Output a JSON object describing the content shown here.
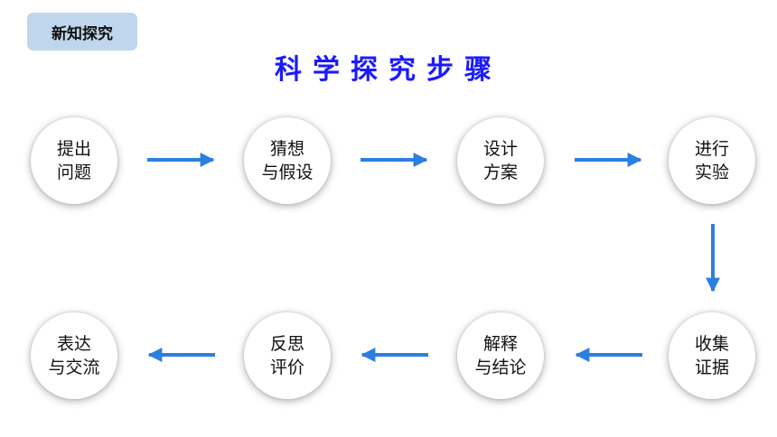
{
  "header": {
    "badge": "新知探究",
    "title": "科学探究步骤"
  },
  "steps": [
    {
      "line1": "提出",
      "line2": "问题"
    },
    {
      "line1": "猜想",
      "line2": "与假设"
    },
    {
      "line1": "设计",
      "line2": "方案"
    },
    {
      "line1": "进行",
      "line2": "实验"
    },
    {
      "line1": "收集",
      "line2": "证据"
    },
    {
      "line1": "解释",
      "line2": "与结论"
    },
    {
      "line1": "反思",
      "line2": "评价"
    },
    {
      "line1": "表达",
      "line2": "与交流"
    }
  ],
  "colors": {
    "arrow": "#2b7fe0",
    "title": "#1a1aff",
    "badge_bg": "#bfd6ec"
  }
}
